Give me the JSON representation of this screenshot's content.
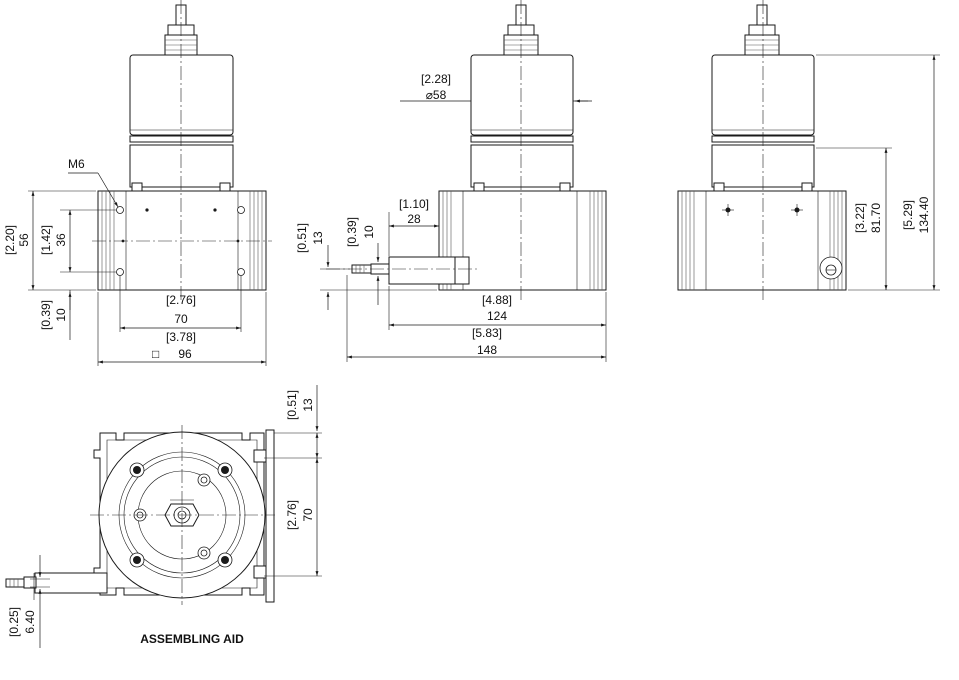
{
  "figure": {
    "caption": "ASSEMBLING AID",
    "thread_label": "M6"
  },
  "front_view": {
    "height_in": "[2.20]",
    "height_mm": "56",
    "hole_spacing_v_in": "[1.42]",
    "hole_spacing_v_mm": "36",
    "bottom_offset_in": "[0.39]",
    "bottom_offset_mm": "10",
    "hole_spacing_h_in": "[2.76]",
    "hole_spacing_h_mm": "70",
    "width_in": "[3.78]",
    "width_mm": "96",
    "square_symbol": "□"
  },
  "side_view": {
    "diameter_in": "[2.28]",
    "diameter_mm": "⌀58",
    "cable_offset_in": "[1.10]",
    "cable_offset_mm": "28",
    "outlet_height_in": "[0.51]",
    "outlet_height_mm": "13",
    "outlet_offset_in": "[0.39]",
    "outlet_offset_mm": "10",
    "body_length_in": "[4.88]",
    "body_length_mm": "124",
    "total_length_in": "[5.83]",
    "total_length_mm": "148"
  },
  "rear_view": {
    "housing_height_in": "[3.22]",
    "housing_height_mm": "81.70",
    "total_height_in": "[5.29]",
    "total_height_mm": "134.40"
  },
  "top_view": {
    "top_offset_in": "[0.51]",
    "top_offset_mm": "13",
    "hole_spacing_in": "[2.76]",
    "hole_spacing_mm": "70",
    "cable_height_in": "[0.25]",
    "cable_height_mm": "6.40"
  }
}
